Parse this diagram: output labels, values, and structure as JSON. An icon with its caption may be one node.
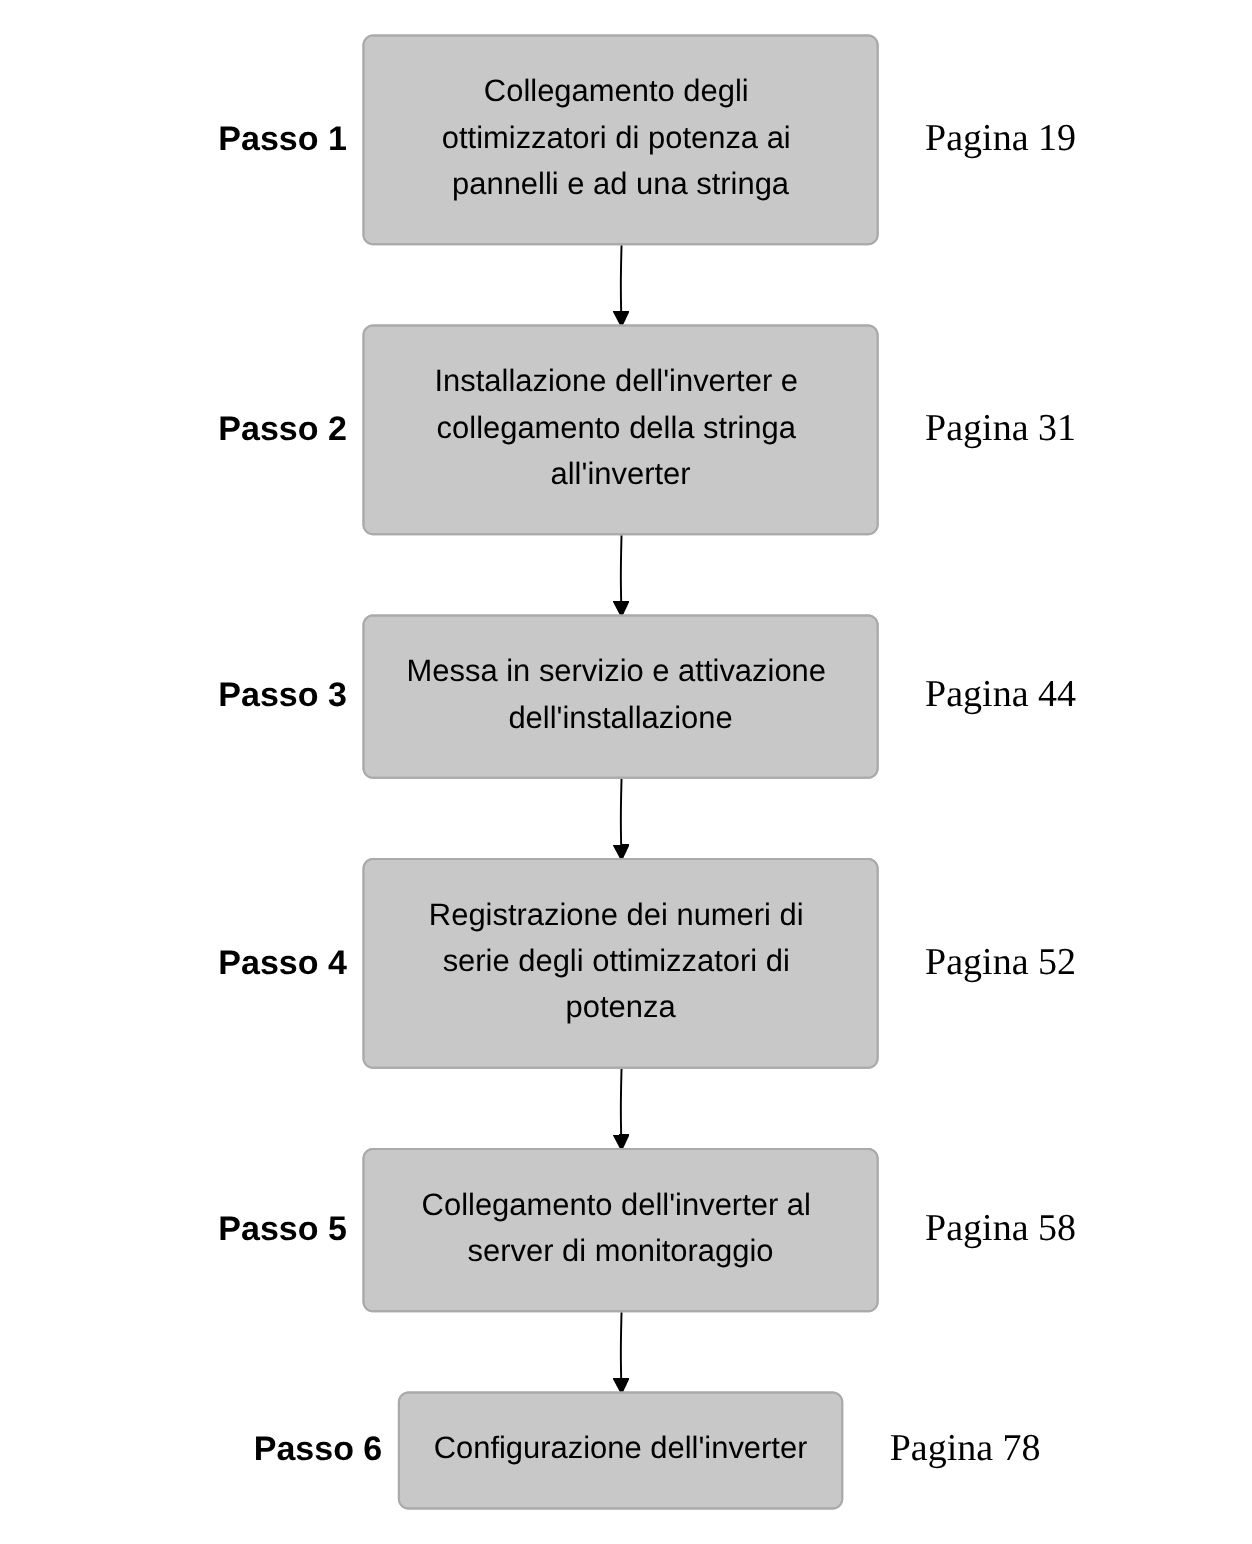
{
  "diagram": {
    "nodes": [
      {
        "text": [
          "Collegamento degli ottimizzatori di potenza ai pannelli e ad una stringa"
        ],
        "beside": [
          "Passo 1",
          "Pagina 19"
        ]
      },
      {
        "text": [
          "Installazione dell'inverter e collegamento della stringa all'inverter"
        ],
        "beside": [
          "Passo 2",
          "Pagina 31"
        ]
      },
      {
        "text": [
          "Messa in servizio e attivazione dell'installazione"
        ],
        "beside": [
          "Passo 3",
          "Pagina 44"
        ]
      },
      {
        "text": [
          "Registrazione dei numeri di serie degli ottimizzatori di potenza"
        ],
        "beside": [
          "Passo 4",
          "Pagina 52"
        ]
      },
      {
        "text": [
          "Collegamento dell'inverter al server di monitoraggio"
        ],
        "beside": [
          "Passo 5",
          "Pagina 58"
        ]
      },
      {
        "text": [
          "Configurazione dell'inverter"
        ],
        "beside": [
          "Passo 6",
          "Pagina 78"
        ]
      }
    ],
    "edges": [
      {
        "from": 0,
        "to": 1,
        "arrow": "to"
      },
      {
        "from": 1,
        "to": 2,
        "arrow": "to"
      },
      {
        "from": 2,
        "to": 3,
        "arrow": "to"
      },
      {
        "from": 3,
        "to": 4,
        "arrow": "to"
      },
      {
        "from": 4,
        "to": 5,
        "arrow": "to"
      }
    ]
  }
}
